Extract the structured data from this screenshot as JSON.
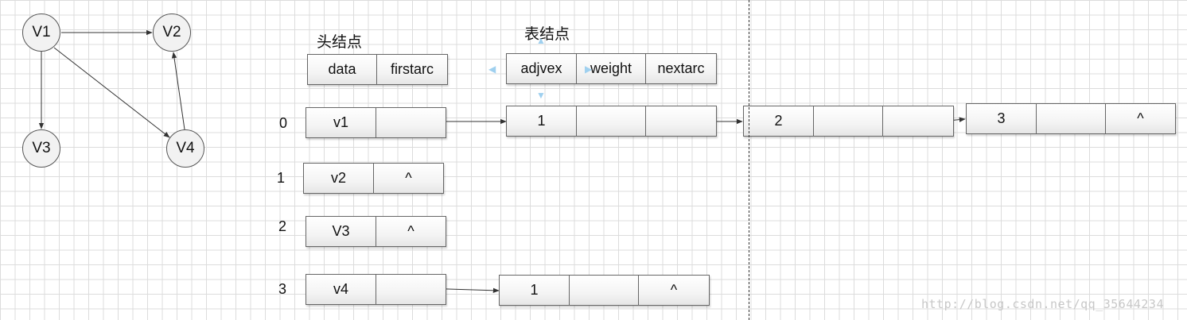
{
  "graph": {
    "vertices": [
      {
        "id": "V1",
        "label": "V1"
      },
      {
        "id": "V2",
        "label": "V2"
      },
      {
        "id": "V3",
        "label": "V3"
      },
      {
        "id": "V4",
        "label": "V4"
      }
    ],
    "edges": [
      {
        "from": "V1",
        "to": "V2"
      },
      {
        "from": "V1",
        "to": "V3"
      },
      {
        "from": "V1",
        "to": "V4"
      },
      {
        "from": "V4",
        "to": "V2"
      }
    ]
  },
  "headers": {
    "head_node_title": "头结点",
    "table_node_title": "表结点",
    "head_fields": [
      "data",
      "firstarc"
    ],
    "table_fields": [
      "adjvex",
      "weight",
      "nextarc"
    ]
  },
  "adjacency_list": [
    {
      "index": "0",
      "data": "v1",
      "firstarc": "",
      "arcs": [
        {
          "adjvex": "1",
          "weight": "",
          "nextarc": ""
        },
        {
          "adjvex": "2",
          "weight": "",
          "nextarc": ""
        },
        {
          "adjvex": "3",
          "weight": "",
          "nextarc": "^"
        }
      ]
    },
    {
      "index": "1",
      "data": "v2",
      "firstarc": "^",
      "arcs": []
    },
    {
      "index": "2",
      "data": "V3",
      "firstarc": "^",
      "arcs": []
    },
    {
      "index": "3",
      "data": "v4",
      "firstarc": "",
      "arcs": [
        {
          "adjvex": "1",
          "weight": "",
          "nextarc": "^"
        }
      ]
    }
  ],
  "watermark": "http://blog.csdn.net/qq_35644234"
}
